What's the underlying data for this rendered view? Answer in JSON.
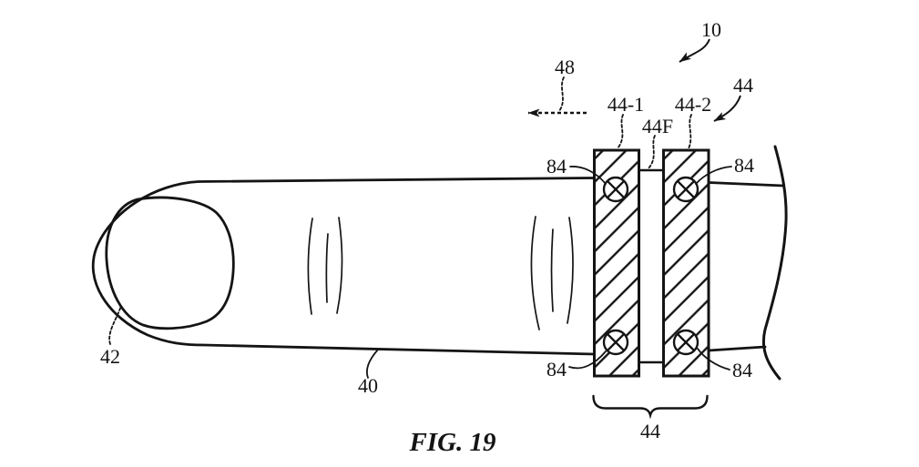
{
  "figure_caption": "FIG. 19",
  "reference_labels": {
    "device": "10",
    "motion_arrow": "48",
    "ring_segment_1": "44-1",
    "ring_flex_portion": "44F",
    "ring_segment_2": "44-2",
    "ring_top": "44",
    "ring_brace": "44",
    "sensor_top_left": "84",
    "sensor_top_right": "84",
    "sensor_bottom_left": "84",
    "sensor_bottom_right": "84",
    "fingernail": "42",
    "finger": "40"
  },
  "colors": {
    "line": "#141414",
    "background": "#ffffff"
  }
}
